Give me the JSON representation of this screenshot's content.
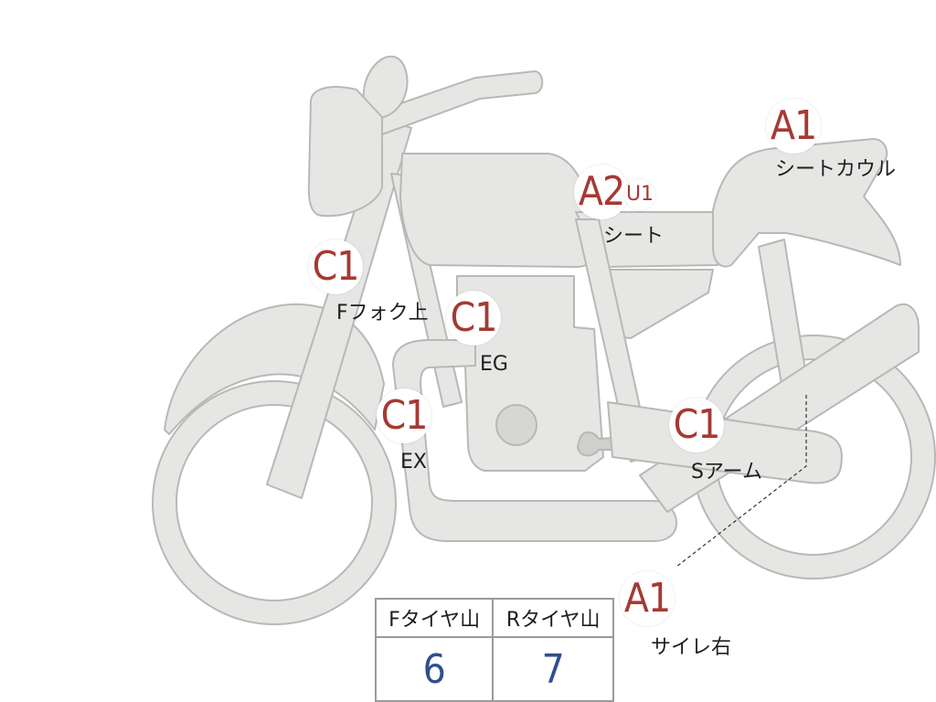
{
  "colors": {
    "body_fill": "#e6e6e4",
    "body_stroke": "#b8b8b6",
    "code_text": "#a53a33",
    "table_value": "#2f4f8f"
  },
  "callouts": [
    {
      "id": "seat-cowl",
      "code": "A1",
      "label": "シートカウル"
    },
    {
      "id": "seat",
      "code": "A2",
      "sub_code": "U1",
      "label": "シート"
    },
    {
      "id": "front-fork-upper",
      "code": "C1",
      "label": "Fフォク上"
    },
    {
      "id": "engine",
      "code": "C1",
      "label": "EG"
    },
    {
      "id": "exhaust",
      "code": "C1",
      "label": "EX"
    },
    {
      "id": "swing-arm",
      "code": "C1",
      "label": "Sアーム"
    },
    {
      "id": "muffler-right",
      "code": "A1",
      "label": "サイレ右"
    }
  ],
  "tire_table": {
    "headers": [
      "Fタイヤ山",
      "Rタイヤ山"
    ],
    "values": [
      "6",
      "7"
    ]
  }
}
